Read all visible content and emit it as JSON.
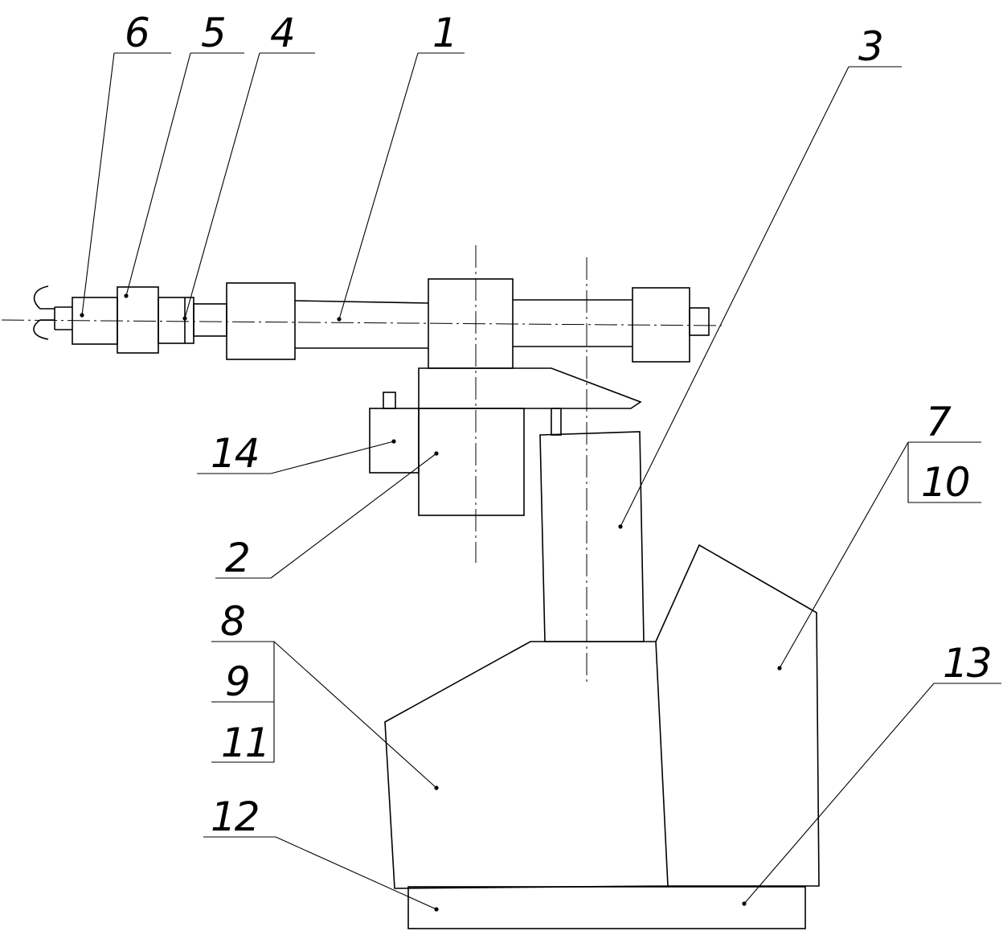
{
  "figure": {
    "line_color": "#000000",
    "background": "#ffffff",
    "labels": {
      "l1": "1",
      "l2": "2",
      "l3": "3",
      "l4": "4",
      "l5": "5",
      "l6": "6",
      "l7": "7",
      "l8": "8",
      "l9": "9",
      "l10": "10",
      "l11": "11",
      "l12": "12",
      "l13": "13",
      "l14": "14"
    }
  }
}
